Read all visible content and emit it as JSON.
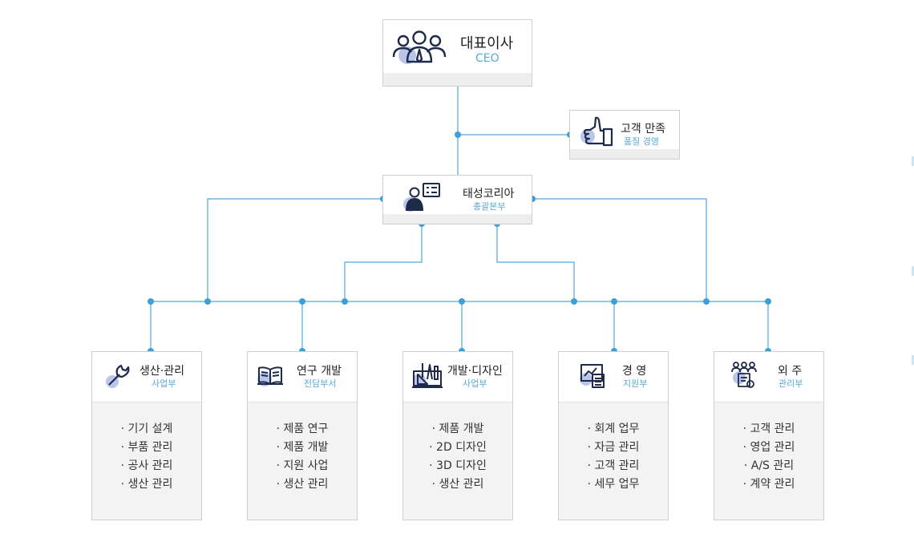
{
  "ceo": {
    "title": "대표이사",
    "subtitle": "CEO",
    "icon": "people-group-icon"
  },
  "quality": {
    "title": "고객 만족",
    "subtitle": "품질 경영",
    "icon": "thumbs-up-icon"
  },
  "hq": {
    "title": "태성코리아",
    "subtitle": "총괄본부",
    "icon": "manager-icon"
  },
  "departments": [
    {
      "title": "생산·관리",
      "subtitle": "사업부",
      "icon": "wrench-icon",
      "items": [
        "· 기기 설계",
        "· 부품 관리",
        "· 공사 관리",
        "· 생산 관리"
      ]
    },
    {
      "title": "연구 개발",
      "subtitle": "전담부서",
      "icon": "book-icon",
      "items": [
        "· 제품 연구",
        "· 제품 개발",
        "· 지원 사업",
        "· 생산 관리"
      ]
    },
    {
      "title": "개발·디자인",
      "subtitle": "사업부",
      "icon": "design-tools-icon",
      "items": [
        "· 제품 개발",
        "· 2D 디자인",
        "· 3D 디자인",
        "· 생산 관리"
      ]
    },
    {
      "title": "경 영",
      "subtitle": "지원부",
      "icon": "calculator-icon",
      "items": [
        "· 회계 업무",
        "· 자금 관리",
        "· 고객 관리",
        "· 세무 업무"
      ]
    },
    {
      "title": "외 주",
      "subtitle": "관리부",
      "icon": "team-icon",
      "items": [
        "· 고객 관리",
        "· 영업 관리",
        "· A/S 관리",
        "· 계약 관리"
      ]
    }
  ],
  "colors": {
    "line": "#4ea7d8",
    "dot": "#3d9fd5",
    "subtitle": "#5aa9d6",
    "icon_accent": "#b9c6ea",
    "icon_dark": "#1e2a4a"
  }
}
